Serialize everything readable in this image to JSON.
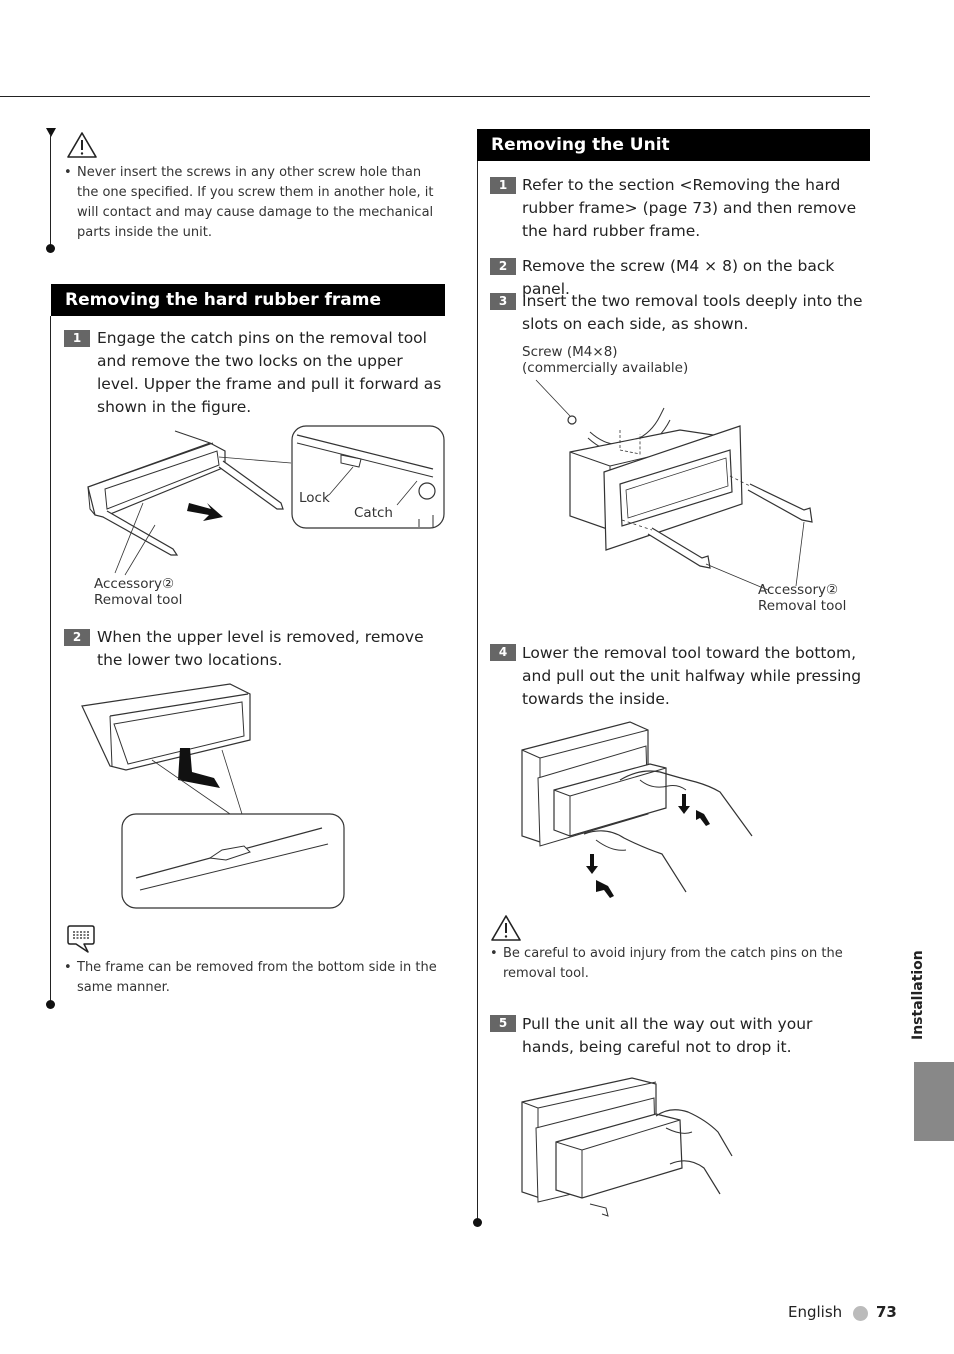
{
  "left": {
    "caution_items": [
      "Never insert the screws in any other screw hole than the one specified. If you screw them in another hole, it will contact and may cause damage to the mechanical parts inside the unit."
    ],
    "section_title": "Removing the hard rubber frame",
    "steps": [
      {
        "number": "1",
        "text": "Engage the catch pins on the removal tool and remove the two locks on the upper level. Upper the frame and pull it forward as shown in the figure."
      },
      {
        "number": "2",
        "text": "When the upper level is removed, remove the lower two locations."
      }
    ],
    "figure1": {
      "lock_label": "Lock",
      "catch_label": "Catch",
      "accessory_label": "Accessory②",
      "removal_tool_label": "Removal tool"
    },
    "note_items": [
      "The frame can be removed from the bottom side in the same manner."
    ]
  },
  "right": {
    "section_title": "Removing the Unit",
    "steps": [
      {
        "number": "1",
        "text": "Refer to the section <Removing the hard rubber frame> (page 73) and then remove the hard rubber frame."
      },
      {
        "number": "2",
        "text": "Remove the screw (M4 × 8) on the back panel."
      },
      {
        "number": "3",
        "text": "Insert the two removal tools deeply into the slots on each side, as shown."
      },
      {
        "number": "4",
        "text": "Lower the removal tool toward the bottom, and pull out the unit halfway while pressing towards the inside."
      },
      {
        "number": "5",
        "text": "Pull the unit all the way out with your hands, being careful not to drop it."
      }
    ],
    "figure3": {
      "screw_label_1": "Screw (M4×8)",
      "screw_label_2": "(commercially available)",
      "accessory_label": "Accessory②",
      "removal_tool_label": "Removal tool"
    },
    "caution_items": [
      "Be careful to avoid injury from the catch pins on the removal tool."
    ]
  },
  "side_tab_label": "Installation",
  "footer": {
    "language": "English",
    "page_number": "73"
  },
  "icons": {
    "caution": "warning-triangle-icon",
    "note": "note-speech-icon"
  }
}
